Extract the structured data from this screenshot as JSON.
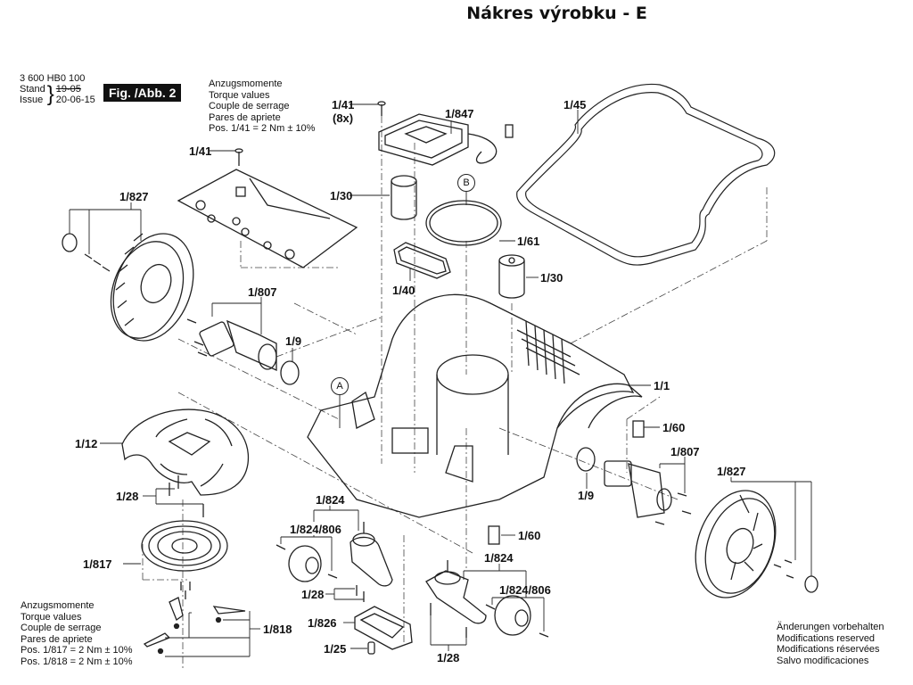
{
  "title": "Nákres výrobku - E",
  "header": {
    "part_number": "3 600 HB0 100",
    "stand_label": "Stand",
    "issue_label": "Issue",
    "stand_date_struck": "19-05",
    "issue_date": "20-06-15",
    "figure_badge": "Fig. /Abb. 2"
  },
  "torque_notes": [
    {
      "lines": [
        "Anzugsmomente",
        "Torque values",
        "Couple de serrage",
        "Pares de apriete",
        "Pos.   1/41 = 2 Nm  ± 10%"
      ]
    },
    {
      "lines": [
        "Anzugsmomente",
        "Torque values",
        "Couple de serrage",
        "Pares de apriete",
        "Pos. 1/817 = 2 Nm  ± 10%",
        "Pos. 1/818 = 2 Nm  ± 10%"
      ]
    }
  ],
  "modifications_note": [
    "Änderungen vorbehalten",
    "Modifications reserved",
    "Modifications réservées",
    "Salvo modificaciones"
  ],
  "reference_markers": {
    "a": "A",
    "b": "B"
  },
  "part_labels": {
    "p1_41_top": "1/41",
    "p1_41_qty": "(8x)",
    "p1_847": "1/847",
    "p1_45": "1/45",
    "p1_41_left": "1/41",
    "p1_827_left": "1/827",
    "p1_30_upper": "1/30",
    "p1_61": "1/61",
    "p1_40": "1/40",
    "p1_30_lower": "1/30",
    "p1_807_left": "1/807",
    "p1_9_left": "1/9",
    "p1_1": "1/1",
    "p1_60_upper": "1/60",
    "p1_12": "1/12",
    "p1_807_right": "1/807",
    "p1_827_right": "1/827",
    "p1_28_left": "1/28",
    "p1_824_left": "1/824",
    "p1_824_806_left": "1/824/806",
    "p1_9_right": "1/9",
    "p1_60_lower": "1/60",
    "p1_817": "1/817",
    "p1_824_right": "1/824",
    "p1_824_806_right": "1/824/806",
    "p1_28_mid": "1/28",
    "p1_826": "1/826",
    "p1_818": "1/818",
    "p1_25": "1/25",
    "p1_28_right": "1/28"
  }
}
